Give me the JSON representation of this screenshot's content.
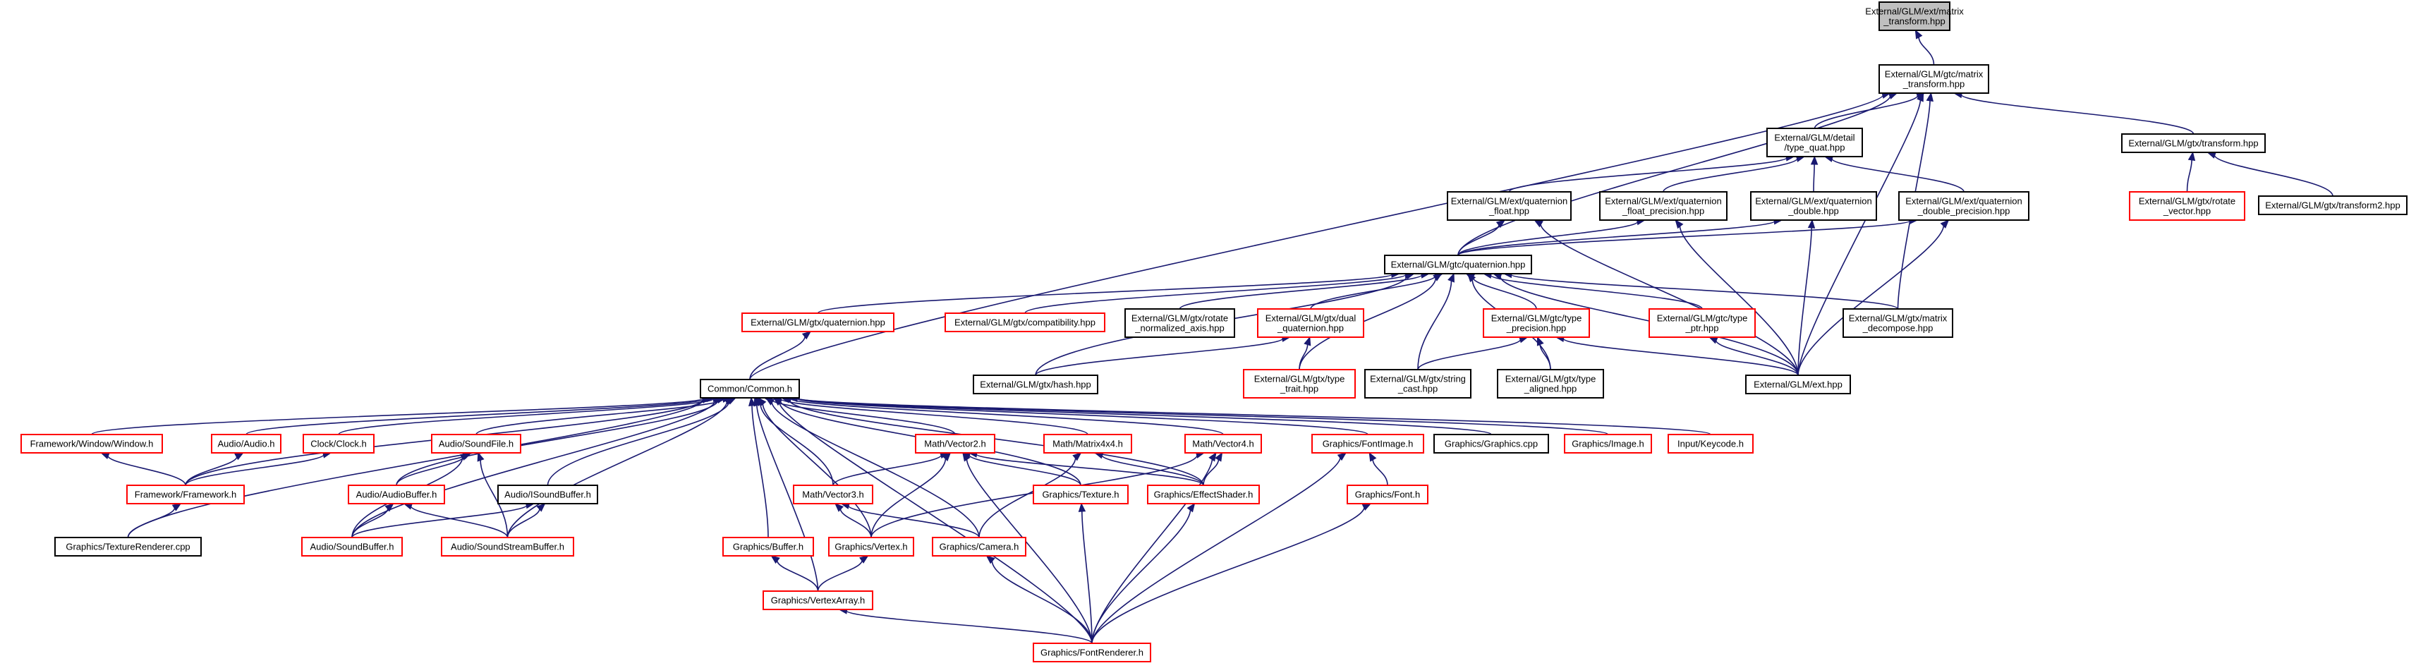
{
  "colors": {
    "edge": "#191970",
    "border_normal": "#000000",
    "border_truncated": "#ff0000",
    "root_fill": "#bfbfbf"
  },
  "nodes": [
    {
      "id": "glm_ext_matrix_transform",
      "lines": [
        "External/GLM/ext/matrix",
        "_transform.hpp"
      ],
      "style": "root"
    },
    {
      "id": "glm_gtc_matrix_transform",
      "lines": [
        "External/GLM/gtc/matrix",
        "_transform.hpp"
      ],
      "style": "normal"
    },
    {
      "id": "glm_detail_type_quat",
      "lines": [
        "External/GLM/detail",
        "/type_quat.hpp"
      ],
      "style": "normal"
    },
    {
      "id": "glm_gtx_transform",
      "lines": [
        "External/GLM/gtx/transform.hpp"
      ],
      "style": "normal"
    },
    {
      "id": "glm_gtx_rotate_vector",
      "lines": [
        "External/GLM/gtx/rotate",
        "_vector.hpp"
      ],
      "style": "truncated"
    },
    {
      "id": "glm_gtx_transform2",
      "lines": [
        "External/GLM/gtx/transform2.hpp"
      ],
      "style": "normal"
    },
    {
      "id": "glm_ext_quaternion_float",
      "lines": [
        "External/GLM/ext/quaternion",
        "_float.hpp"
      ],
      "style": "normal"
    },
    {
      "id": "glm_ext_quaternion_float_precision",
      "lines": [
        "External/GLM/ext/quaternion",
        "_float_precision.hpp"
      ],
      "style": "normal"
    },
    {
      "id": "glm_ext_quaternion_double",
      "lines": [
        "External/GLM/ext/quaternion",
        "_double.hpp"
      ],
      "style": "normal"
    },
    {
      "id": "glm_ext_quaternion_double_precision",
      "lines": [
        "External/GLM/ext/quaternion",
        "_double_precision.hpp"
      ],
      "style": "normal"
    },
    {
      "id": "glm_gtc_quaternion",
      "lines": [
        "External/GLM/gtc/quaternion.hpp"
      ],
      "style": "normal"
    },
    {
      "id": "glm_gtx_quaternion",
      "lines": [
        "External/GLM/gtx/quaternion.hpp"
      ],
      "style": "truncated"
    },
    {
      "id": "glm_gtx_compatibility",
      "lines": [
        "External/GLM/gtx/compatibility.hpp"
      ],
      "style": "truncated"
    },
    {
      "id": "glm_gtx_rotate_normalized_axis",
      "lines": [
        "External/GLM/gtx/rotate",
        "_normalized_axis.hpp"
      ],
      "style": "normal"
    },
    {
      "id": "glm_gtx_dual_quaternion",
      "lines": [
        "External/GLM/gtx/dual",
        "_quaternion.hpp"
      ],
      "style": "truncated"
    },
    {
      "id": "glm_gtc_type_precision",
      "lines": [
        "External/GLM/gtc/type",
        "_precision.hpp"
      ],
      "style": "truncated"
    },
    {
      "id": "glm_gtc_type_ptr",
      "lines": [
        "External/GLM/gtc/type",
        "_ptr.hpp"
      ],
      "style": "truncated"
    },
    {
      "id": "glm_gtx_matrix_decompose",
      "lines": [
        "External/GLM/gtx/matrix",
        "_decompose.hpp"
      ],
      "style": "normal"
    },
    {
      "id": "glm_gtx_hash",
      "lines": [
        "External/GLM/gtx/hash.hpp"
      ],
      "style": "normal"
    },
    {
      "id": "glm_gtx_type_trait",
      "lines": [
        "External/GLM/gtx/type",
        "_trait.hpp"
      ],
      "style": "truncated"
    },
    {
      "id": "glm_gtx_string_cast",
      "lines": [
        "External/GLM/gtx/string",
        "_cast.hpp"
      ],
      "style": "normal"
    },
    {
      "id": "glm_gtx_type_aligned",
      "lines": [
        "External/GLM/gtx/type",
        "_aligned.hpp"
      ],
      "style": "normal"
    },
    {
      "id": "glm_ext",
      "lines": [
        "External/GLM/ext.hpp"
      ],
      "style": "normal"
    },
    {
      "id": "common_h",
      "lines": [
        "Common/Common.h"
      ],
      "style": "normal"
    },
    {
      "id": "fw_window",
      "lines": [
        "Framework/Window/Window.h"
      ],
      "style": "truncated"
    },
    {
      "id": "audio_h",
      "lines": [
        "Audio/Audio.h"
      ],
      "style": "truncated"
    },
    {
      "id": "clock_h",
      "lines": [
        "Clock/Clock.h"
      ],
      "style": "truncated"
    },
    {
      "id": "audio_soundfile",
      "lines": [
        "Audio/SoundFile.h"
      ],
      "style": "truncated"
    },
    {
      "id": "math_vector2",
      "lines": [
        "Math/Vector2.h"
      ],
      "style": "truncated"
    },
    {
      "id": "math_matrix4x4",
      "lines": [
        "Math/Matrix4x4.h"
      ],
      "style": "truncated"
    },
    {
      "id": "math_vector4",
      "lines": [
        "Math/Vector4.h"
      ],
      "style": "truncated"
    },
    {
      "id": "gfx_fontimage",
      "lines": [
        "Graphics/FontImage.h"
      ],
      "style": "truncated"
    },
    {
      "id": "gfx_graphics_cpp",
      "lines": [
        "Graphics/Graphics.cpp"
      ],
      "style": "normal"
    },
    {
      "id": "gfx_image",
      "lines": [
        "Graphics/Image.h"
      ],
      "style": "truncated"
    },
    {
      "id": "input_keycode",
      "lines": [
        "Input/Keycode.h"
      ],
      "style": "truncated"
    },
    {
      "id": "fw_framework",
      "lines": [
        "Framework/Framework.h"
      ],
      "style": "truncated"
    },
    {
      "id": "audio_audiobuffer",
      "lines": [
        "Audio/AudioBuffer.h"
      ],
      "style": "truncated"
    },
    {
      "id": "audio_isoundbuffer",
      "lines": [
        "Audio/ISoundBuffer.h"
      ],
      "style": "normal"
    },
    {
      "id": "math_vector3",
      "lines": [
        "Math/Vector3.h"
      ],
      "style": "truncated"
    },
    {
      "id": "gfx_texture",
      "lines": [
        "Graphics/Texture.h"
      ],
      "style": "truncated"
    },
    {
      "id": "gfx_effectshader",
      "lines": [
        "Graphics/EffectShader.h"
      ],
      "style": "truncated"
    },
    {
      "id": "gfx_font",
      "lines": [
        "Graphics/Font.h"
      ],
      "style": "truncated"
    },
    {
      "id": "gfx_texturerenderer",
      "lines": [
        "Graphics/TextureRenderer.cpp"
      ],
      "style": "normal"
    },
    {
      "id": "audio_soundbuffer",
      "lines": [
        "Audio/SoundBuffer.h"
      ],
      "style": "truncated"
    },
    {
      "id": "audio_soundstreambuffer",
      "lines": [
        "Audio/SoundStreamBuffer.h"
      ],
      "style": "truncated"
    },
    {
      "id": "gfx_buffer",
      "lines": [
        "Graphics/Buffer.h"
      ],
      "style": "truncated"
    },
    {
      "id": "gfx_vertex",
      "lines": [
        "Graphics/Vertex.h"
      ],
      "style": "truncated"
    },
    {
      "id": "gfx_camera",
      "lines": [
        "Graphics/Camera.h"
      ],
      "style": "truncated"
    },
    {
      "id": "gfx_vertexarray",
      "lines": [
        "Graphics/VertexArray.h"
      ],
      "style": "truncated"
    },
    {
      "id": "gfx_fontrenderer",
      "lines": [
        "Graphics/FontRenderer.h"
      ],
      "style": "truncated"
    }
  ],
  "edges": [
    [
      "glm_gtc_matrix_transform",
      "glm_ext_matrix_transform"
    ],
    [
      "glm_detail_type_quat",
      "glm_gtc_matrix_transform"
    ],
    [
      "glm_gtx_transform",
      "glm_gtc_matrix_transform"
    ],
    [
      "glm_gtx_matrix_decompose",
      "glm_gtc_matrix_transform"
    ],
    [
      "glm_ext",
      "glm_gtc_matrix_transform"
    ],
    [
      "common_h",
      "glm_gtc_matrix_transform"
    ],
    [
      "glm_gtc_quaternion",
      "glm_gtc_matrix_transform"
    ],
    [
      "glm_gtx_rotate_vector",
      "glm_gtx_transform"
    ],
    [
      "glm_gtx_transform2",
      "glm_gtx_transform"
    ],
    [
      "glm_ext_quaternion_float",
      "glm_detail_type_quat"
    ],
    [
      "glm_ext_quaternion_float_precision",
      "glm_detail_type_quat"
    ],
    [
      "glm_ext_quaternion_double",
      "glm_detail_type_quat"
    ],
    [
      "glm_ext_quaternion_double_precision",
      "glm_detail_type_quat"
    ],
    [
      "glm_gtc_quaternion",
      "glm_ext_quaternion_float"
    ],
    [
      "glm_gtc_quaternion",
      "glm_ext_quaternion_float_precision"
    ],
    [
      "glm_gtc_quaternion",
      "glm_ext_quaternion_double"
    ],
    [
      "glm_gtc_quaternion",
      "glm_ext_quaternion_double_precision"
    ],
    [
      "glm_ext",
      "glm_ext_quaternion_float"
    ],
    [
      "glm_ext",
      "glm_ext_quaternion_float_precision"
    ],
    [
      "glm_ext",
      "glm_ext_quaternion_double"
    ],
    [
      "glm_ext",
      "glm_ext_quaternion_double_precision"
    ],
    [
      "glm_gtx_quaternion",
      "glm_gtc_quaternion"
    ],
    [
      "glm_gtx_compatibility",
      "glm_gtc_quaternion"
    ],
    [
      "glm_gtx_rotate_normalized_axis",
      "glm_gtc_quaternion"
    ],
    [
      "glm_gtx_dual_quaternion",
      "glm_gtc_quaternion"
    ],
    [
      "glm_gtc_type_precision",
      "glm_gtc_quaternion"
    ],
    [
      "glm_gtc_type_ptr",
      "glm_gtc_quaternion"
    ],
    [
      "glm_gtx_matrix_decompose",
      "glm_gtc_quaternion"
    ],
    [
      "glm_gtx_hash",
      "glm_gtc_quaternion"
    ],
    [
      "glm_gtx_type_trait",
      "glm_gtc_quaternion"
    ],
    [
      "glm_gtx_string_cast",
      "glm_gtc_quaternion"
    ],
    [
      "glm_gtx_type_aligned",
      "glm_gtc_quaternion"
    ],
    [
      "glm_ext",
      "glm_gtc_quaternion"
    ],
    [
      "glm_gtx_hash",
      "glm_gtx_dual_quaternion"
    ],
    [
      "glm_gtx_type_trait",
      "glm_gtx_dual_quaternion"
    ],
    [
      "glm_gtx_string_cast",
      "glm_gtc_type_precision"
    ],
    [
      "glm_gtx_type_aligned",
      "glm_gtc_type_precision"
    ],
    [
      "glm_ext",
      "glm_gtc_type_precision"
    ],
    [
      "glm_ext",
      "glm_gtc_type_ptr"
    ],
    [
      "common_h",
      "glm_gtx_quaternion"
    ],
    [
      "fw_window",
      "common_h"
    ],
    [
      "audio_h",
      "common_h"
    ],
    [
      "clock_h",
      "common_h"
    ],
    [
      "audio_soundfile",
      "common_h"
    ],
    [
      "math_vector2",
      "common_h"
    ],
    [
      "math_matrix4x4",
      "common_h"
    ],
    [
      "math_vector4",
      "common_h"
    ],
    [
      "gfx_fontimage",
      "common_h"
    ],
    [
      "gfx_graphics_cpp",
      "common_h"
    ],
    [
      "gfx_image",
      "common_h"
    ],
    [
      "input_keycode",
      "common_h"
    ],
    [
      "fw_framework",
      "common_h"
    ],
    [
      "audio_audiobuffer",
      "common_h"
    ],
    [
      "audio_isoundbuffer",
      "common_h"
    ],
    [
      "math_vector3",
      "common_h"
    ],
    [
      "gfx_texture",
      "common_h"
    ],
    [
      "gfx_effectshader",
      "common_h"
    ],
    [
      "gfx_texturerenderer",
      "common_h"
    ],
    [
      "audio_soundbuffer",
      "common_h"
    ],
    [
      "audio_soundstreambuffer",
      "common_h"
    ],
    [
      "gfx_buffer",
      "common_h"
    ],
    [
      "gfx_vertex",
      "common_h"
    ],
    [
      "gfx_camera",
      "common_h"
    ],
    [
      "gfx_vertexarray",
      "common_h"
    ],
    [
      "gfx_fontrenderer",
      "common_h"
    ],
    [
      "fw_framework",
      "fw_window"
    ],
    [
      "fw_framework",
      "audio_h"
    ],
    [
      "fw_framework",
      "clock_h"
    ],
    [
      "gfx_texturerenderer",
      "fw_framework"
    ],
    [
      "audio_audiobuffer",
      "audio_soundfile"
    ],
    [
      "audio_soundbuffer",
      "audio_soundfile"
    ],
    [
      "audio_soundstreambuffer",
      "audio_soundfile"
    ],
    [
      "audio_soundbuffer",
      "audio_audiobuffer"
    ],
    [
      "audio_soundstreambuffer",
      "audio_audiobuffer"
    ],
    [
      "audio_soundbuffer",
      "audio_isoundbuffer"
    ],
    [
      "audio_soundstreambuffer",
      "audio_isoundbuffer"
    ],
    [
      "math_vector3",
      "math_vector2"
    ],
    [
      "gfx_texture",
      "math_vector2"
    ],
    [
      "gfx_effectshader",
      "math_vector2"
    ],
    [
      "gfx_vertex",
      "math_vector2"
    ],
    [
      "gfx_fontrenderer",
      "math_vector2"
    ],
    [
      "gfx_effectshader",
      "math_matrix4x4"
    ],
    [
      "gfx_camera",
      "math_matrix4x4"
    ],
    [
      "gfx_effectshader",
      "math_vector4"
    ],
    [
      "gfx_vertex",
      "math_vector4"
    ],
    [
      "gfx_fontrenderer",
      "math_vector4"
    ],
    [
      "gfx_font",
      "gfx_fontimage"
    ],
    [
      "gfx_fontrenderer",
      "gfx_fontimage"
    ],
    [
      "gfx_vertex",
      "math_vector3"
    ],
    [
      "gfx_camera",
      "math_vector3"
    ],
    [
      "gfx_fontrenderer",
      "gfx_texture"
    ],
    [
      "gfx_fontrenderer",
      "gfx_effectshader"
    ],
    [
      "gfx_fontrenderer",
      "gfx_font"
    ],
    [
      "gfx_vertexarray",
      "gfx_buffer"
    ],
    [
      "gfx_vertexarray",
      "gfx_vertex"
    ],
    [
      "gfx_fontrenderer",
      "gfx_camera"
    ],
    [
      "gfx_fontrenderer",
      "gfx_vertexarray"
    ]
  ]
}
